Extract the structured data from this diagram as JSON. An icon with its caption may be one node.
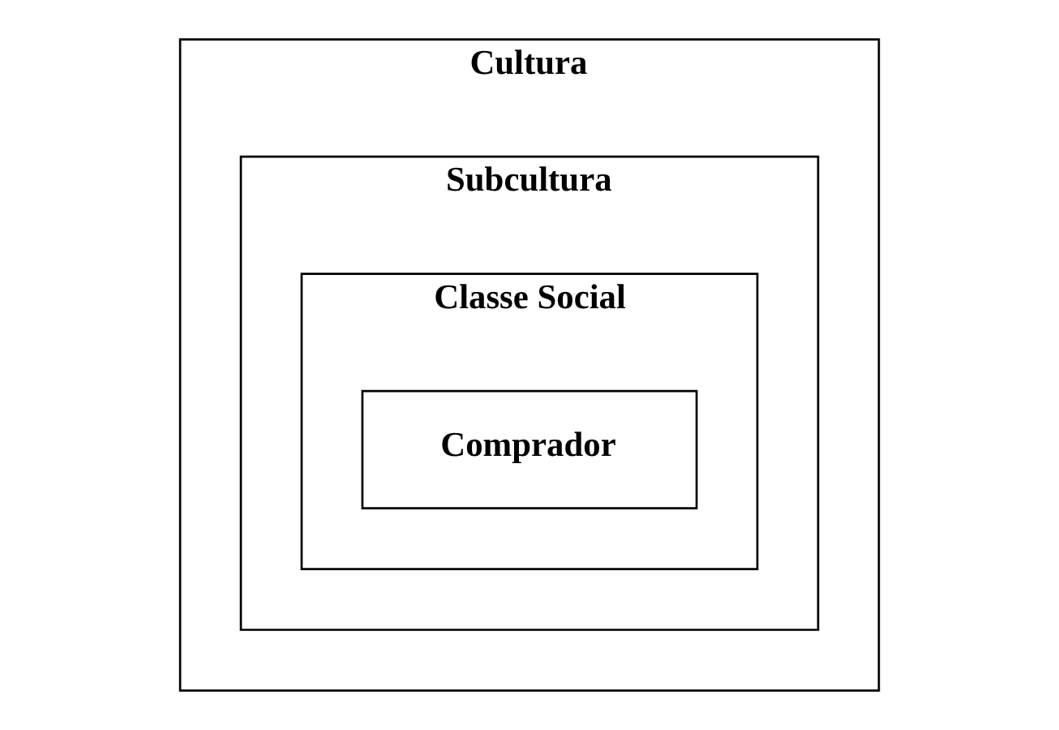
{
  "diagram": {
    "nodes": [
      {
        "text": [
          "Cultura"
        ]
      },
      {
        "text": [
          "Subcultura"
        ],
        "in": 0
      },
      {
        "text": [
          "Classe Social"
        ],
        "in": 1
      },
      {
        "text": [
          "Comprador"
        ],
        "in": 2
      }
    ]
  }
}
